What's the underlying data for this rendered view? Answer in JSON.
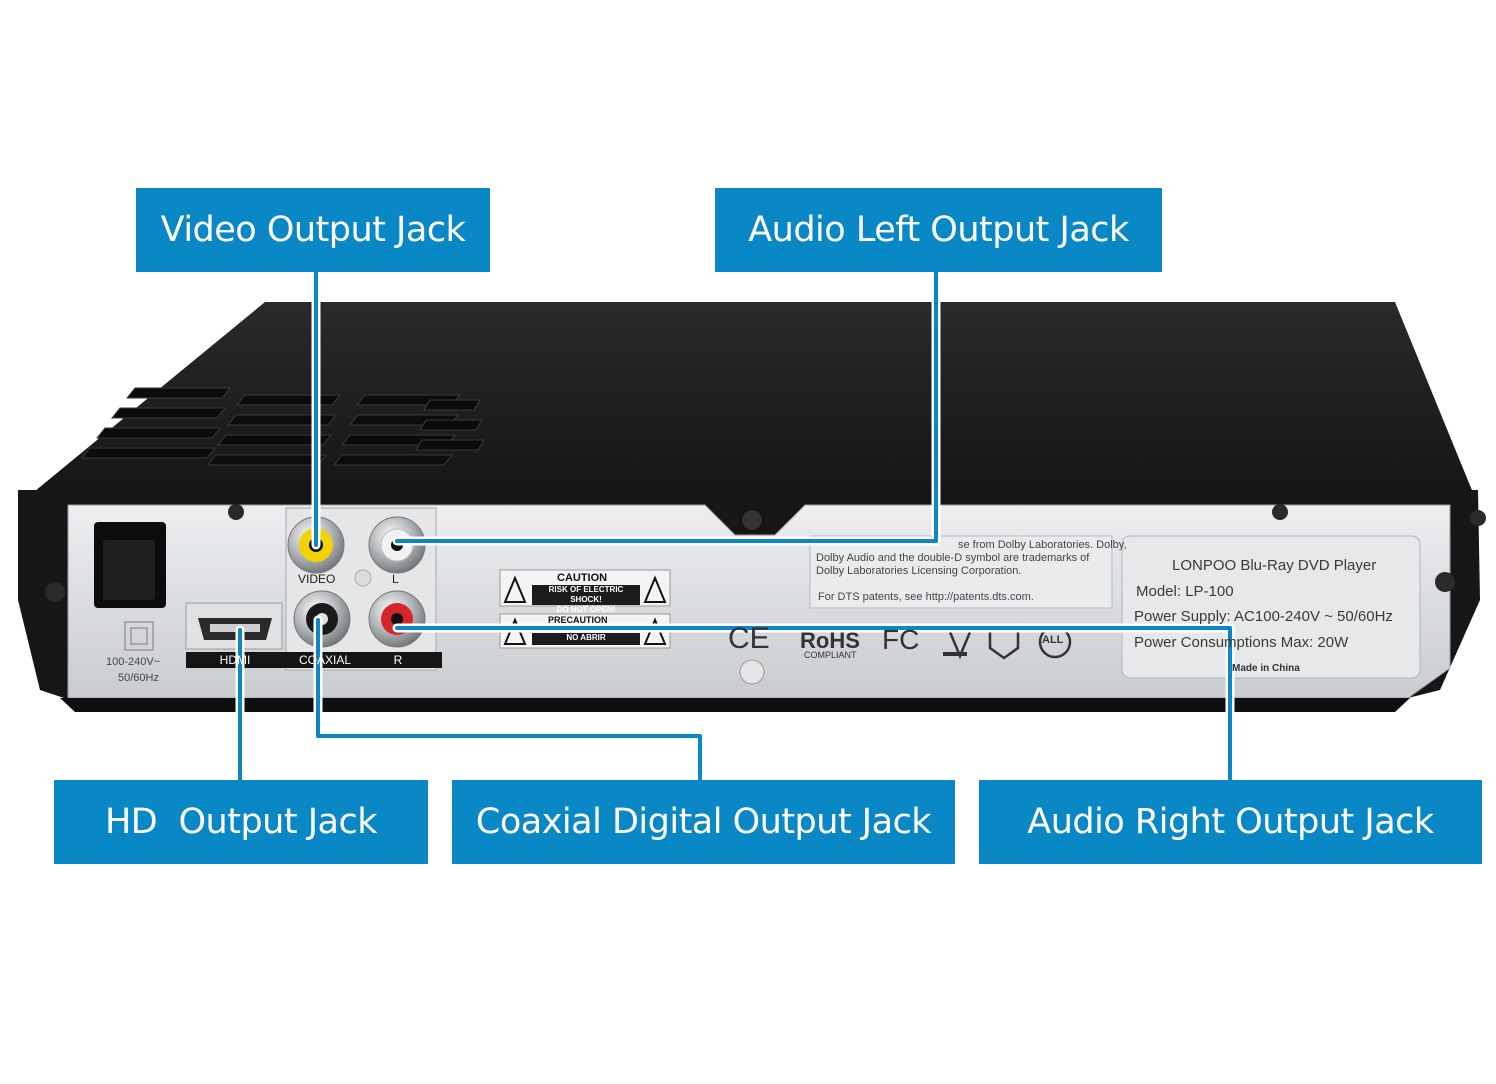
{
  "callouts": {
    "video": "Video Output Jack",
    "audio_left": "Audio Left Output Jack",
    "hd": "HD  Output Jack",
    "coaxial": "Coaxial Digital Output Jack",
    "audio_right": "Audio Right Output Jack"
  },
  "panel": {
    "power_voltage": "100-240V~",
    "power_freq": "50/60Hz",
    "jack_video": "VIDEO",
    "jack_left": "L",
    "bar_hdmi": "HDMI",
    "bar_coaxial": "COAXIAL",
    "bar_right": "R",
    "caution_title": "CAUTION",
    "caution_line1": "RISK OF ELECTRIC SHOCK!",
    "caution_line2": "DO NOT OPEN!",
    "precaution_title": "PRECAUTION",
    "precaution_line": "NO ABRIR",
    "dolby_line1": "se from Dolby Laboratories. Dolby,",
    "dolby_line2": "Dolby Audio  and the double-D symbol are trademarks of",
    "dolby_line3": "Dolby Laboratories Licensing Corporation.",
    "dts_line": "For DTS patents, see http://patents.dts.com.",
    "brand_line": "LONPOO  Blu-Ray DVD Player",
    "model_line": "Model:  LP-100",
    "power_supply_line": "Power Supply: AC100-240V ~ 50/60Hz",
    "power_consumption_line": "Power Consumptions Max: 20W",
    "made_in": "Made in China",
    "logo_ce": "CE",
    "logo_rohs": "RoHS",
    "logo_rohs_sub": "COMPLIANT",
    "logo_fc": "FC",
    "logo_all": "ALL"
  },
  "colors": {
    "callout_blue": "#0a88c6",
    "device_body": "#1e1e1e",
    "panel_silver": "#d9dcdf",
    "jack_yellow": "#f2d200",
    "jack_red": "#d6262b",
    "jack_white": "#f2f2f2"
  }
}
